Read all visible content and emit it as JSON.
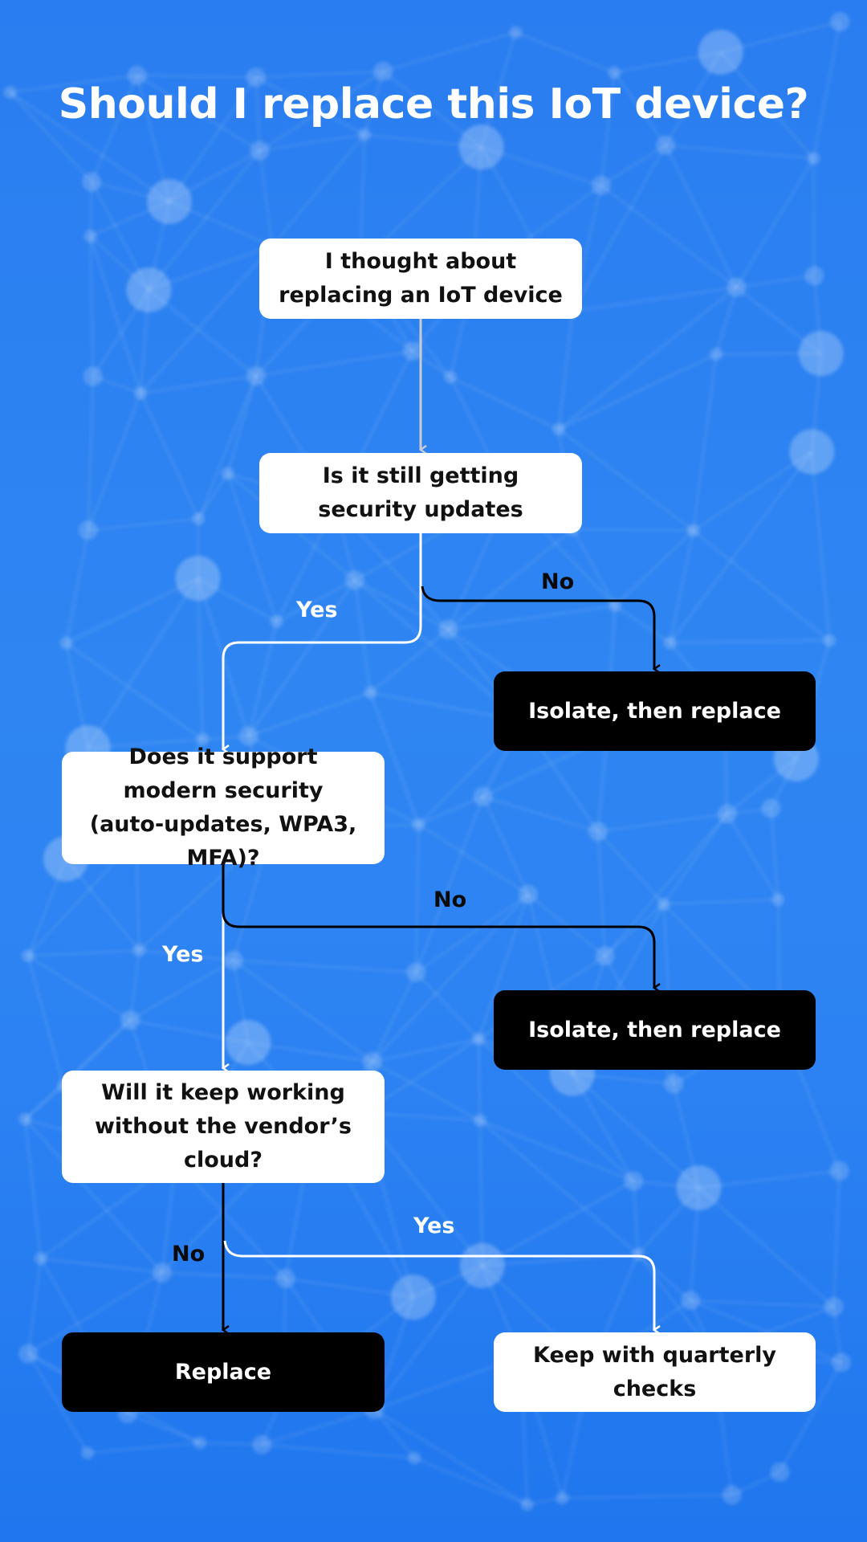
{
  "title": "Should I replace this IoT device?",
  "colors": {
    "background": "#2c82f2",
    "node_white": "#ffffff",
    "node_black": "#000000",
    "yes_path": "#ffffff",
    "no_path": "#000000",
    "start_path": "#c8ccd2"
  },
  "nodes": {
    "start": "I thought about replacing an IoT device",
    "q1": "Is it still getting security updates",
    "q1_no_outcome": "Isolate, then replace",
    "q2": "Does it support modern security (auto-updates, WPA3, MFA)?",
    "q2_no_outcome": "Isolate, then replace",
    "q3": "Will it keep working without the vendor’s cloud?",
    "q3_no_outcome": "Replace",
    "q3_yes_outcome": "Keep with quarterly checks"
  },
  "edge_labels": {
    "q1_yes": "Yes",
    "q1_no": "No",
    "q2_yes": "Yes",
    "q2_no": "No",
    "q3_yes": "Yes",
    "q3_no": "No"
  }
}
